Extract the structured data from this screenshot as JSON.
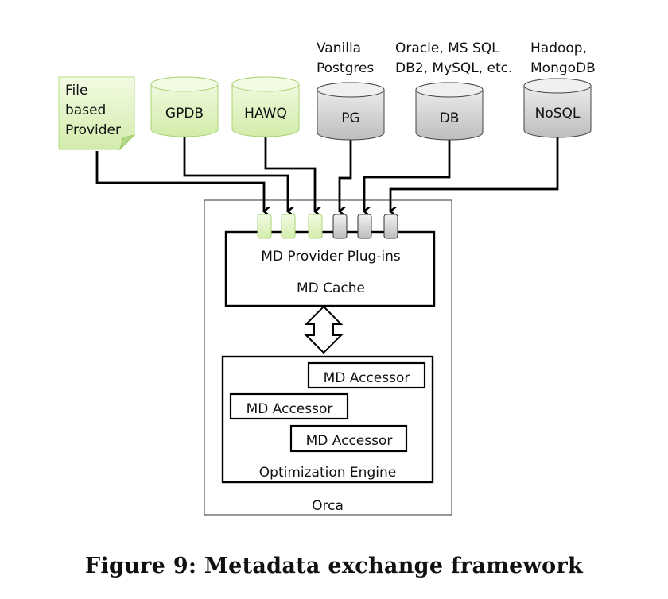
{
  "figure": {
    "caption": "Figure 9: Metadata exchange framework",
    "container_label": "Orca",
    "colors": {
      "green_fill_light": "#f3fbe4",
      "green_fill_dark": "#d2ecaa",
      "green_stroke": "#9ccb5f",
      "gray_fill_light": "#f2f2f2",
      "gray_fill_dark": "#c2c2c2",
      "gray_stroke": "#444444",
      "line": "#000000"
    }
  },
  "providers": [
    {
      "id": "file",
      "label_lines": [
        "File",
        "based",
        "Provider"
      ],
      "kind": "file",
      "color": "green",
      "caption_lines": []
    },
    {
      "id": "gpdb",
      "label": "GPDB",
      "kind": "database",
      "color": "green",
      "caption_lines": []
    },
    {
      "id": "hawq",
      "label": "HAWQ",
      "kind": "database",
      "color": "green",
      "caption_lines": []
    },
    {
      "id": "pg",
      "label": "PG",
      "kind": "database",
      "color": "gray",
      "caption_lines": [
        "Vanilla",
        "Postgres"
      ]
    },
    {
      "id": "db",
      "label": "DB",
      "kind": "database",
      "color": "gray",
      "caption_lines": [
        "Oracle, MS SQL",
        "DB2, MySQL, etc."
      ]
    },
    {
      "id": "nosql",
      "label": "NoSQL",
      "kind": "database",
      "color": "gray",
      "caption_lines": [
        "Hadoop,",
        "MongoDB"
      ]
    }
  ],
  "plugin_box": {
    "title": "MD Provider Plug-ins",
    "subtitle": "MD Cache",
    "plugins": [
      "green",
      "green",
      "green",
      "gray",
      "gray",
      "gray"
    ]
  },
  "exchange_arrow": "bidirectional-arrow",
  "engine_box": {
    "title": "Optimization Engine",
    "accessors": [
      "MD Accessor",
      "MD Accessor",
      "MD Accessor"
    ]
  }
}
